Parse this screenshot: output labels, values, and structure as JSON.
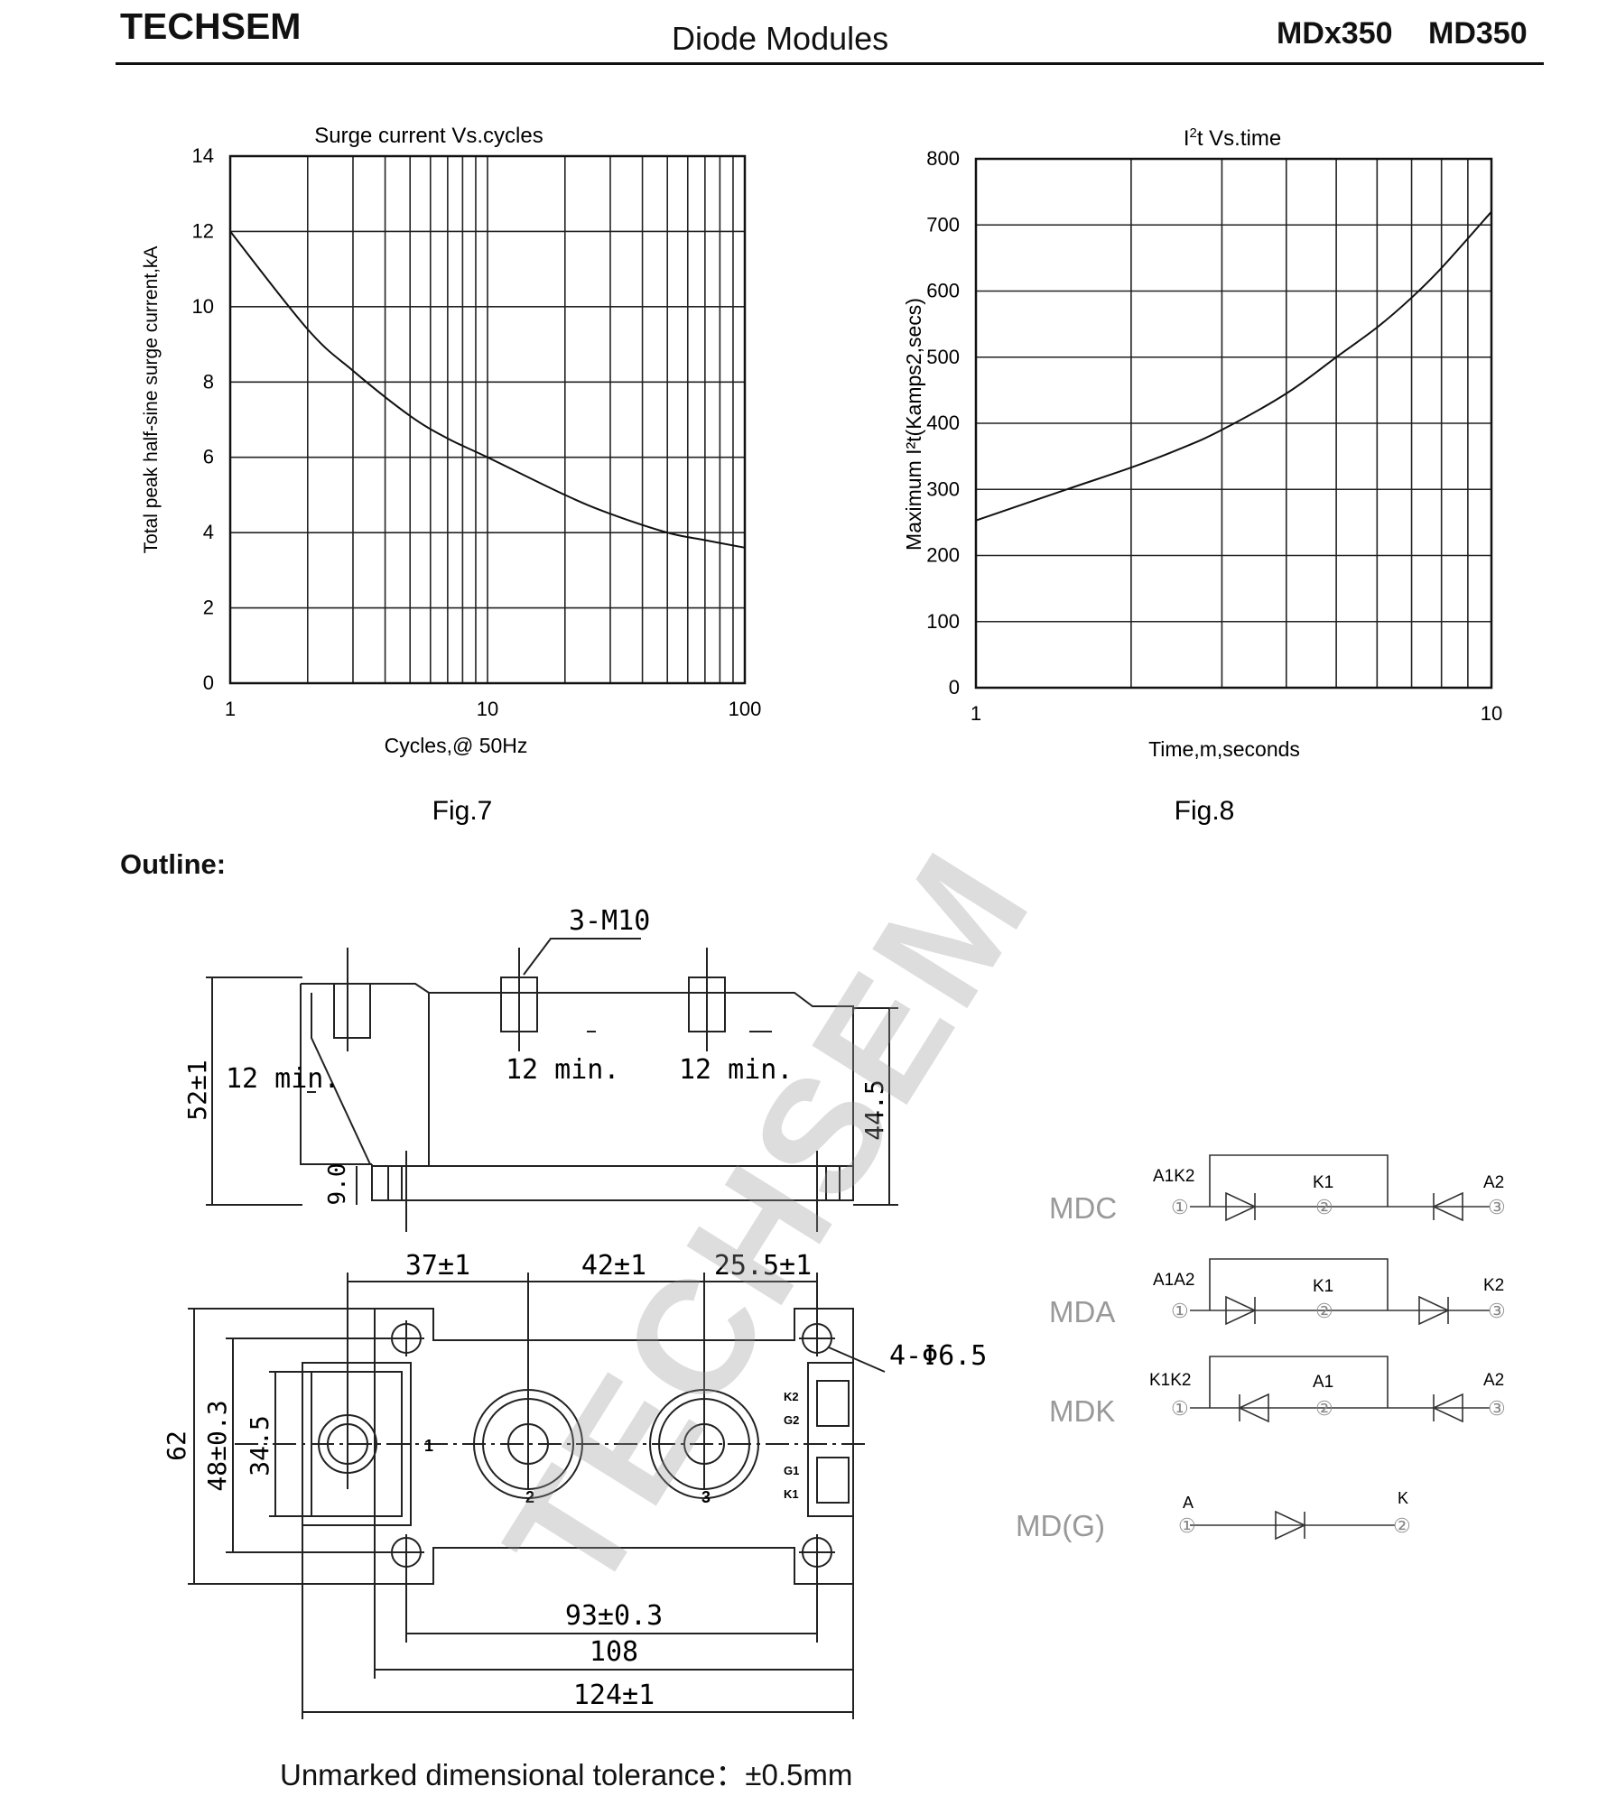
{
  "header": {
    "brand": "TECHSEM",
    "title": "Diode Modules",
    "model_a": "MDx350",
    "model_b": "MD350"
  },
  "fig7": {
    "caption": "Fig.7",
    "title": "Surge current  Vs.cycles",
    "xlabel": "Cycles,@ 50Hz",
    "ylabel": "Total peak half-sine  surge current,kA",
    "yticks": [
      "0",
      "2",
      "4",
      "6",
      "8",
      "10",
      "12",
      "14"
    ],
    "xticks": [
      "1",
      "10",
      "100"
    ]
  },
  "fig8": {
    "caption": "Fig.8",
    "title_prefix": "I",
    "title_sup": "2",
    "title_suffix": "t  Vs.time",
    "xlabel": "Time,m,seconds",
    "ylabel": "Maximum I²t(Kamps2,secs)",
    "yticks": [
      "0",
      "100",
      "200",
      "300",
      "400",
      "500",
      "600",
      "700",
      "800"
    ],
    "xticks": [
      "1",
      "10"
    ]
  },
  "chart_data": [
    {
      "type": "line",
      "title": "Surge current  Vs.cycles",
      "xlabel": "Cycles,@ 50Hz",
      "ylabel": "Total peak half-sine  surge current,kA",
      "xscale": "log",
      "xlim": [
        1,
        100
      ],
      "ylim": [
        0,
        14
      ],
      "grid": true,
      "x": [
        1,
        2,
        3,
        5,
        7,
        10,
        20,
        30,
        50,
        70,
        100
      ],
      "y": [
        12.0,
        9.4,
        8.3,
        7.1,
        6.5,
        6.0,
        5.0,
        4.5,
        4.0,
        3.8,
        3.6
      ]
    },
    {
      "type": "line",
      "title": "I2t  Vs.time",
      "xlabel": "Time,m,seconds",
      "ylabel": "Maximum I²t(Kamps2,secs)",
      "xscale": "log",
      "xlim": [
        1,
        10
      ],
      "ylim": [
        0,
        800
      ],
      "grid": true,
      "x": [
        1,
        1.5,
        2,
        2.5,
        3,
        4,
        5,
        6,
        7,
        8,
        10
      ],
      "y": [
        253,
        300,
        333,
        362,
        390,
        445,
        500,
        545,
        590,
        635,
        720
      ]
    }
  ],
  "outline": {
    "heading": "Outline:",
    "dims": {
      "thread": "3-M10",
      "min_a": "12 min.",
      "min_b": "12 min.",
      "min_c": "12 min.",
      "height": "52±1",
      "base": "9.0",
      "inner_h": "44.5",
      "d1": "37±1",
      "d2": "42±1",
      "d3": "25.5±1",
      "holes": "4-Φ6.5",
      "w62": "62",
      "w48": "48±0.3",
      "w34": "34.5",
      "l93": "93±0.3",
      "l108": "108",
      "l124": "124±1",
      "term1": "1",
      "term2": "2",
      "term3": "3",
      "k2": "K2",
      "g2": "G2",
      "g1": "G1",
      "k1": "K1"
    },
    "tolerance": "Unmarked dimensional tolerance：±0.5mm"
  },
  "circuits": {
    "mdc": {
      "name": "MDC",
      "left": "A1K2",
      "mid": "K1",
      "right": "A2"
    },
    "mda": {
      "name": "MDA",
      "left": "A1A2",
      "mid": "K1",
      "right": "K2"
    },
    "mdk": {
      "name": "MDK",
      "left": "K1K2",
      "mid": "A1",
      "right": "A2"
    },
    "mdg": {
      "name": "MD(G)",
      "left": "A",
      "right": "K"
    },
    "pins": {
      "p1": "①",
      "p2": "②",
      "p3": "③"
    }
  },
  "watermark": "TECHSEM"
}
